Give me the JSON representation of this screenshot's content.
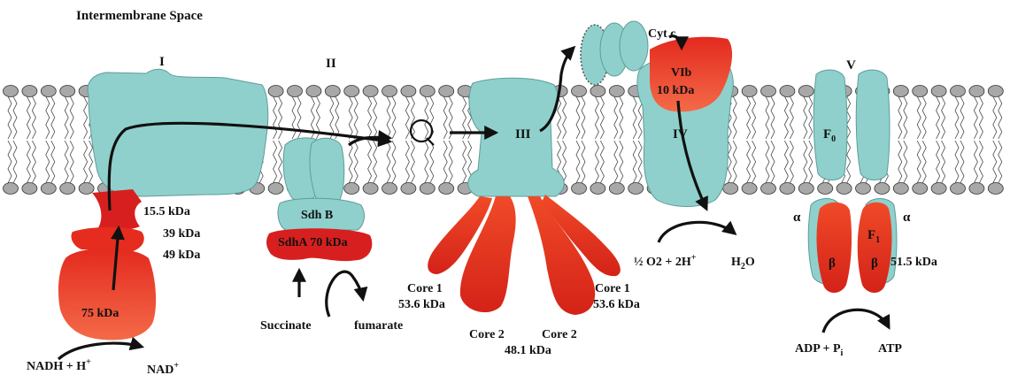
{
  "colors": {
    "complex": "#8fd0cc",
    "complex_stroke": "#5c9d99",
    "red_dark": "#d81f1f",
    "red_light": "#f26a4a",
    "membrane_head": "#a8a8a8",
    "arrow": "#111111"
  },
  "labels": {
    "space": "Intermembrane Space",
    "complex_i": "I",
    "complex_ii": "II",
    "complex_iii": "III",
    "complex_iv": "IV",
    "complex_v": "V",
    "q": "Q",
    "cyt_c": "Cyt c",
    "vib": "VIb",
    "vib_kda": "10 kDa",
    "kda_15_5": "15.5 kDa",
    "kda_39": "39 kDa",
    "kda_49": "49 kDa",
    "kda_75": "75 kDa",
    "nadh": "NADH + H",
    "nadh_sup": "+",
    "nad": "NAD",
    "nad_sup": "+",
    "sdh_b": "Sdh B",
    "sdh_a": "SdhA 70 kDa",
    "succinate": "Succinate",
    "fumarate": "fumarate",
    "core1_left": "Core 1",
    "core1_left_kda": "53.6 kDa",
    "core1_right": "Core 1",
    "core1_right_kda": "53.6 kDa",
    "core2_left": "Core 2",
    "core2_right": "Core 2",
    "core2_kda": "48.1 kDa",
    "o2_text": "½  O2 + 2H",
    "o2_sup": "+",
    "h2o": "H",
    "h2o_sub": "2",
    "h2o_end": "O",
    "f0": "F",
    "f0_sub": "0",
    "f1": "F",
    "f1_sub": "1",
    "alpha_left": "α",
    "alpha_right": "α",
    "beta_left": "β",
    "beta_right": "β",
    "kda_51_5": "51.5 kDa",
    "adp": "ADP + P",
    "adp_sub": "i",
    "atp": "ATP"
  }
}
